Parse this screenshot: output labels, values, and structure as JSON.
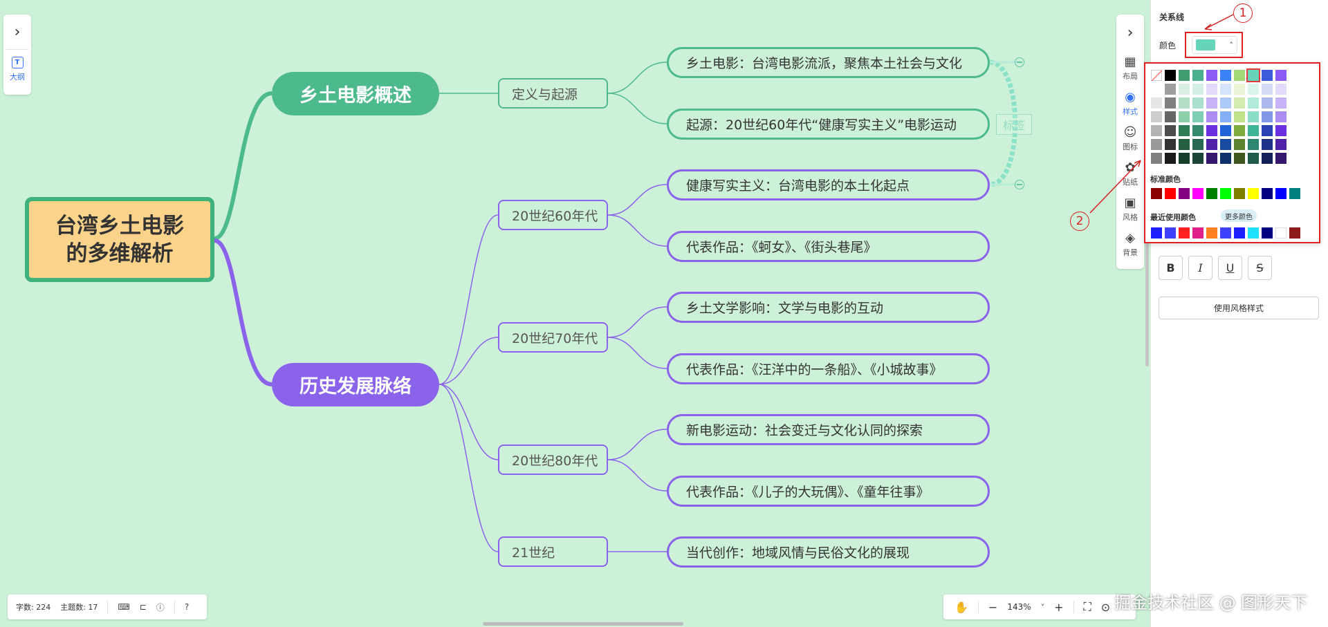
{
  "mindmap": {
    "root": {
      "line1": "台湾乡土电影",
      "line2": "的多维解析"
    },
    "branches": {
      "overview": "乡土电影概述",
      "history": "历史发展脉络"
    },
    "subs": [
      "定义与起源",
      "20世纪60年代",
      "20世纪70年代",
      "20世纪80年代",
      "21世纪"
    ],
    "leaves": [
      "乡土电影：台湾电影流派，聚焦本土社会与文化",
      "起源：20世纪60年代“健康写实主义”电影运动",
      "健康写实主义：台湾电影的本土化起点",
      "代表作品：《蚵女》、《街头巷尾》",
      "乡土文学影响：文学与电影的互动",
      "代表作品：《汪洋中的一条船》、《小城故事》",
      "新电影运动：社会变迁与文化认同的探索",
      "代表作品：《儿子的大玩偶》、《童年往事》",
      "当代创作：地域风情与民俗文化的展现"
    ],
    "tag_label": "标签"
  },
  "left_panel": {
    "expand_icon": "chevron-right-icon",
    "outline_label": "大纲",
    "outline_icon_glyph": "T"
  },
  "right_toolbar": {
    "items": [
      {
        "label": "布局",
        "icon": "layout-icon",
        "glyph": "▦"
      },
      {
        "label": "样式",
        "icon": "palette-icon",
        "glyph": "◉"
      },
      {
        "label": "图标",
        "icon": "smiley-icon",
        "glyph": "☺"
      },
      {
        "label": "贴纸",
        "icon": "sticker-icon",
        "glyph": "✿"
      },
      {
        "label": "风格",
        "icon": "grid-icon",
        "glyph": "▣"
      },
      {
        "label": "背景",
        "icon": "layers-icon",
        "glyph": "◈"
      }
    ]
  },
  "sidebar": {
    "title": "关系线",
    "color_label": "颜色",
    "selected_color": "#66d4b8",
    "standard_label": "标准颜色",
    "recent_label": "最近使用颜色",
    "more_label": "更多颜色",
    "format": [
      "B",
      "I",
      "U",
      "S"
    ],
    "use_style_label": "使用风格样式",
    "palette_rows": [
      [
        "none",
        "#000000",
        "#3f9c6e",
        "#4ab08c",
        "#8b5cf6",
        "#3b82f6",
        "#a3d977",
        "#66d4b8",
        "#3b5bdb",
        "#8b5cf6",
        "#6cc070",
        "#4ad49a"
      ],
      [
        "#ffffff",
        "#9e9e9e",
        "#d9efe3",
        "#d4efe6",
        "#e3d9fb",
        "#d6e4fb",
        "#eaf5d8",
        "#d8f4ec",
        "#d6dcf6",
        "#e3d9fb",
        "#dff1df",
        "#d2f5e6"
      ],
      [
        "#e6e6e6",
        "#808080",
        "#b3dfc6",
        "#a9e0cd",
        "#c8b3f8",
        "#adc9f8",
        "#d5ecb1",
        "#b1e9da",
        "#adb9ed",
        "#c8b3f8",
        "#c0e3c2",
        "#a5ecce"
      ],
      [
        "#cccccc",
        "#666666",
        "#8dcfa9",
        "#7ed0b5",
        "#ad8cf4",
        "#84aef5",
        "#c0e28a",
        "#8adec7",
        "#8497e4",
        "#ad8cf4",
        "#a0d5a4",
        "#78e3b5"
      ],
      [
        "#b3b3b3",
        "#4d4d4d",
        "#2e7d56",
        "#358a6e",
        "#6a2fe0",
        "#1f63d6",
        "#7fae3f",
        "#3fb395",
        "#2a41b6",
        "#6a2fe0",
        "#4a9a4f",
        "#2fb57c"
      ],
      [
        "#999999",
        "#333333",
        "#235e41",
        "#286853",
        "#4f23a8",
        "#174aa1",
        "#5f832f",
        "#2f8670",
        "#1f3189",
        "#4f23a8",
        "#387439",
        "#23885d"
      ],
      [
        "#808080",
        "#1a1a1a",
        "#173f2b",
        "#1b4537",
        "#351770",
        "#0f316b",
        "#40571f",
        "#205a4b",
        "#15205b",
        "#351770",
        "#254d26",
        "#175b3e"
      ]
    ],
    "standard_colors": [
      "#8b0000",
      "#ff0000",
      "#800080",
      "#ff00ff",
      "#008000",
      "#00ff00",
      "#808000",
      "#ffff00",
      "#000080",
      "#0000ff",
      "#008080",
      "#00ffff"
    ],
    "recent_colors": [
      "#2020ff",
      "#4040ff",
      "#ff2020",
      "#e0208a",
      "#ff8020",
      "#4040ff",
      "#2020ff",
      "#20e0ff",
      "#000080",
      "#ffffff",
      "#8b1a1a",
      "#e06070"
    ]
  },
  "status": {
    "words_label": "字数: 224",
    "topics_label": "主题数: 17"
  },
  "zoom": {
    "level": "143%"
  },
  "callouts": {
    "one": "1",
    "two": "2"
  },
  "watermark": "掘金技术社区 @ 图形天下",
  "colors": {
    "background": "#cdf1d8",
    "green_branch": "#4cba8d",
    "purple_branch": "#8a63ea",
    "root_fill": "#fcd38a"
  }
}
